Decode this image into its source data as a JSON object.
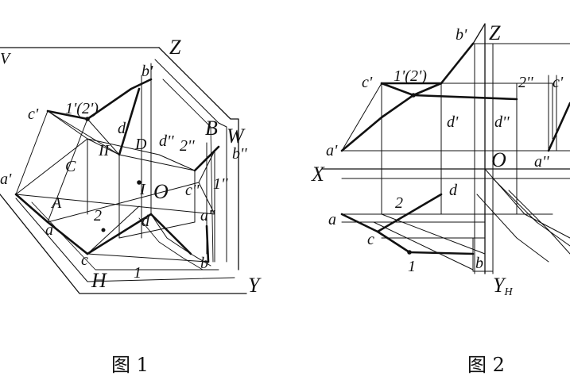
{
  "figure1": {
    "caption": "图 1",
    "labels": {
      "v": "V",
      "z": "Z",
      "b_prime": "b'",
      "c_prime": "c'",
      "one_two_prime": "1'(2')",
      "d_prime": "d'",
      "roman_two": "II",
      "big_d": "D",
      "d_dprime": "d''",
      "two_dprime": "2''",
      "big_b": "B",
      "big_w": "W",
      "b_dprime": "b''",
      "big_c": "C",
      "a_prime": "a'",
      "roman_one": "I",
      "o": "O",
      "c_dprime": "c''",
      "one_dprime": "1''",
      "big_a": "A",
      "two": "2",
      "d": "d",
      "a_dprime": "a''",
      "a": "a",
      "c": "c",
      "one": "1",
      "b_prime_low": "b",
      "h": "H",
      "y": "Y"
    }
  },
  "figure2": {
    "caption": "图 2",
    "labels": {
      "b_prime": "b'",
      "z": "Z",
      "c_prime": "c'",
      "one_two_prime": "1'(2')",
      "two_dprime": "2''",
      "c_dprime": "c'",
      "d_prime": "d'",
      "d_dprime": "d''",
      "a_prime": "a'",
      "x": "X",
      "o": "O",
      "a_dprime": "a''",
      "two": "2",
      "d": "d",
      "a": "a",
      "c": "c",
      "one": "1",
      "b": "b",
      "y_h": "Y",
      "y_h_sub": "H"
    }
  }
}
